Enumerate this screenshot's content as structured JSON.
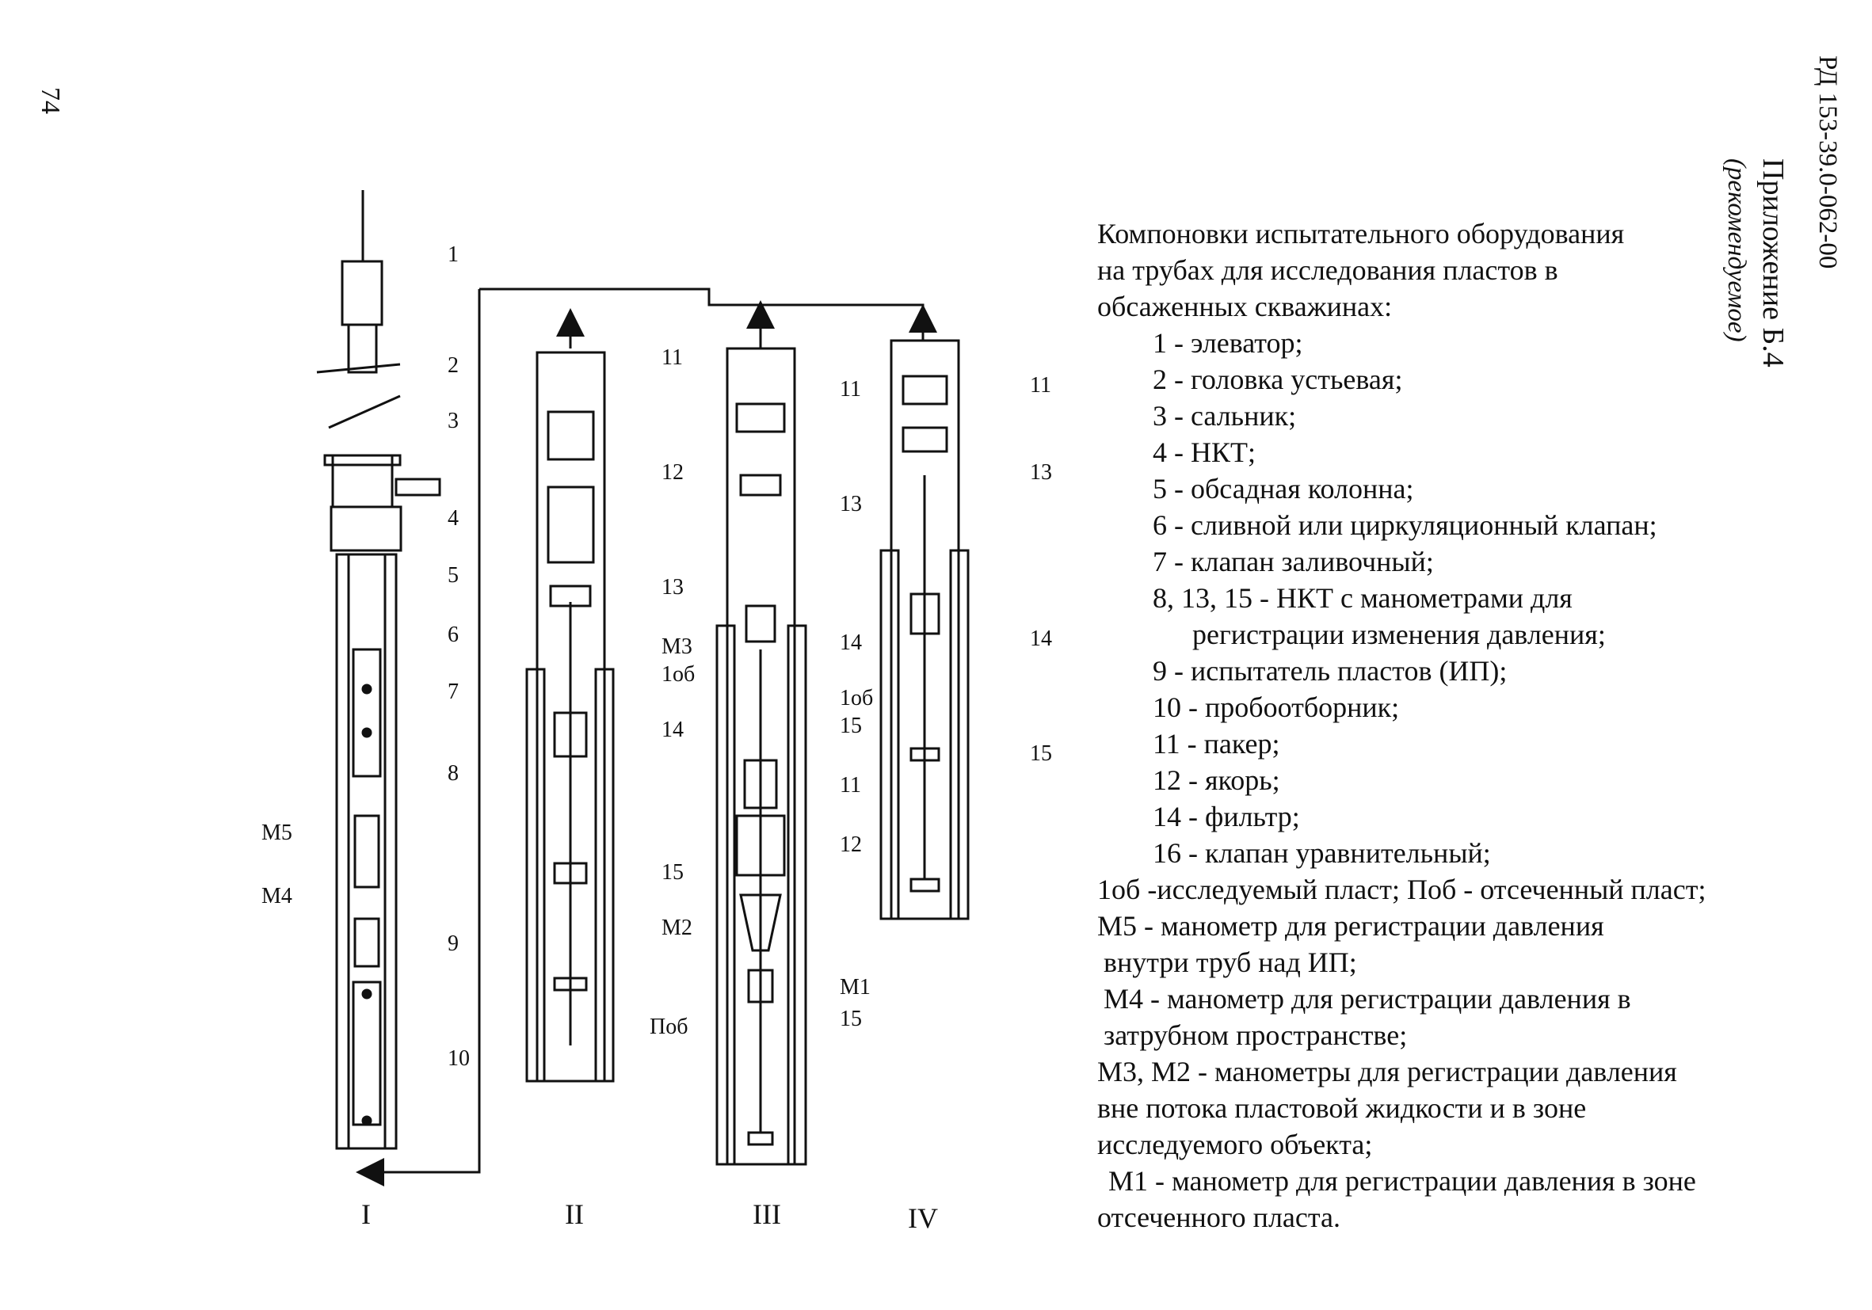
{
  "page_number": "74",
  "doc_code": "РД 153-39.0-062-00",
  "appendix": "Приложение Б.4",
  "appendix_note": "(рекомендуемое)",
  "caption": {
    "title_lines": [
      "Компоновки испытательного оборудования",
      "на трубах для исследования пластов в",
      "обсаженных скважинах:"
    ],
    "legend": [
      "1 - элеватор;",
      "2 - головка устьевая;",
      "3 - сальник;",
      "4 - НКТ;",
      "5 - обсадная колонна;",
      "6 - сливной или циркуляционный клапан;",
      "7 - клапан заливочный;",
      "8, 13, 15 - НКТ с манометрами для",
      "регистрации изменения давления;",
      "9 - испытатель пластов (ИП);",
      "10 - пробоотборник;",
      "11 - пакер;",
      "12 - якорь;",
      "14 - фильтр;",
      "16 - клапан уравнительный;"
    ],
    "notes": [
      "1об -исследуемый пласт; Поб - отсеченный пласт;",
      "М5 - манометр для регистрации давления",
      "внутри труб над ИП;",
      "М4 - манометр для регистрации давления в",
      "затрубном пространстве;",
      "М3, М2 - манометры для регистрации давления",
      "вне потока пластовой жидкости и в зоне",
      "исследуемого объекта;",
      "М1 - манометр для регистрации давления в зоне",
      "отсеченного пласта."
    ]
  },
  "diagram": {
    "column_labels": [
      "I",
      "II",
      "III",
      "IV"
    ],
    "col1_callouts": [
      "1",
      "2",
      "3",
      "4",
      "5",
      "6",
      "7",
      "8",
      "9",
      "10"
    ],
    "col1_gauges": [
      "М5",
      "М4"
    ],
    "col2_callouts": [
      "11",
      "12",
      "13",
      "М3",
      "1об",
      "14",
      "15",
      "М2"
    ],
    "col3_callouts": [
      "11",
      "13",
      "14",
      "1об",
      "15",
      "11",
      "12",
      "М1",
      "15",
      "Поб"
    ],
    "col4_callouts": [
      "11",
      "13",
      "14",
      "15"
    ]
  }
}
